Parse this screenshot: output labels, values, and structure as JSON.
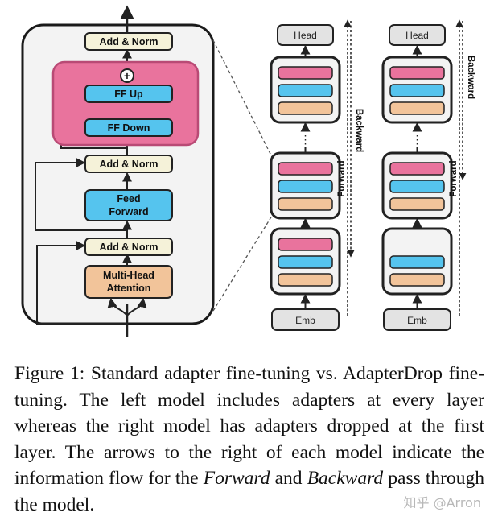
{
  "figure": {
    "transformer_block": {
      "add_norm_top": "Add & Norm",
      "ff_up": "FF Up",
      "ff_down": "FF Down",
      "add_norm_mid": "Add & Norm",
      "feed_forward_line1": "Feed",
      "feed_forward_line2": "Forward",
      "add_norm_bottom": "Add & Norm",
      "mha_line1": "Multi-Head",
      "mha_line2": "Attention",
      "plus_symbol": "+"
    },
    "left_model": {
      "head_label": "Head",
      "emb_label": "Emb",
      "forward_label": "Forward",
      "backward_label": "Backward",
      "ellipsis": "⋮"
    },
    "right_model": {
      "head_label": "Head",
      "emb_label": "Emb",
      "forward_label": "Forward",
      "backward_label": "Backward",
      "ellipsis": "⋮"
    },
    "colors": {
      "adapter_pink": "#e9739d",
      "adapter_border": "#b94a75",
      "ff_blue": "#55c4ee",
      "attention_orange": "#f2c49a",
      "add_norm_cream": "#f5f2d9",
      "head_gray": "#e3e3e3"
    }
  },
  "caption": {
    "part1": "Figure 1: Standard adapter fine-tuning vs. AdapterDrop fine-tuning. The left model includes adapters at every layer whereas the right model has adapters dropped at the first layer. The arrows to the right of each model indicate the information flow for the ",
    "forward_word": "Forward",
    "part2": " and ",
    "backward_word": "Backward",
    "part3": " pass through the model."
  },
  "watermark": "知乎 @Arron"
}
